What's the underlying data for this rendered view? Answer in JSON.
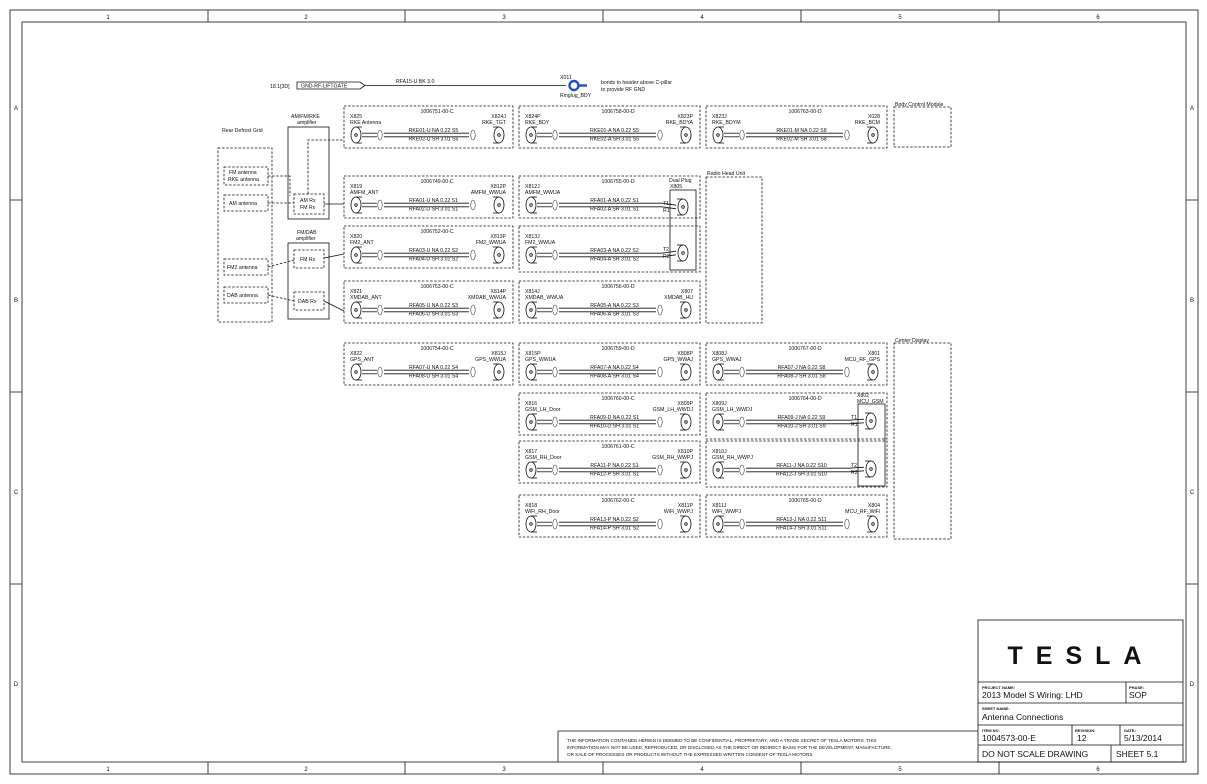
{
  "grid": {
    "cols": [
      "1",
      "2",
      "3",
      "4",
      "5",
      "6"
    ],
    "rows": [
      "A",
      "B",
      "C",
      "D"
    ]
  },
  "ground": {
    "ref": "18.1[3D]",
    "net": "GND-RF-LIFTGATE",
    "wire": "RFA15-U BK 3.0",
    "id": "X011",
    "name": "Ringlug_BDY",
    "note1": "bonds to header above C-pillar",
    "note2": "to provide RF GND"
  },
  "modules": {
    "rear_defrost": "Rear Defrost Grid",
    "amfm_amp_1": "AM/FM/RKE",
    "amfm_amp_2": "amplifier",
    "fmdab_amp_1": "FM/DAB",
    "fmdab_amp_2": "amplifier",
    "body_control": "Body Control Module",
    "radio_head": "Radio Head Unit",
    "center_display": "Center Display",
    "fm_rke_1": "FM antenna",
    "fm_rke_2": "RKE antenna",
    "am_ant": "AM antenna",
    "fm2_ant": "FM2 antenna",
    "dab_ant": "DAB antenna",
    "am_rx": "AM Rx",
    "fm_rx": "FM Rx",
    "fm_rx2": "FM Rx",
    "dab_rx": "DAB Rx",
    "dual_plug_1": "Dual Plug",
    "dual_plug_2": "X805",
    "mcu_gsm_1": "X802",
    "mcu_gsm_2": "MCU_GSM"
  },
  "cables": [
    {
      "pn": "1006751-00-C",
      "lid": "X825",
      "lname": "RKE Antenna",
      "rid": "X824J",
      "rname": "RKE_TGT",
      "w1": "RKE01-U NA 0.22 S5",
      "w2": "RKE02-U SH 3.01 S5"
    },
    {
      "pn": "1006758-00-D",
      "lid": "X824P",
      "lname": "RKE_BDY",
      "rid": "X823P",
      "rname": "RKE_BDYA",
      "w1": "RKE01-A NA 0.22 S5",
      "w2": "RKE02-A SH 3.01 S5"
    },
    {
      "pn": "1006763-00-D",
      "lid": "X823J",
      "lname": "RKE_BDYM",
      "rid": "X028",
      "rname": "RKE_BCM",
      "w1": "RKE01-M NA 0.22 S8",
      "w2": "RKE02-M SH 3.01 S8"
    },
    {
      "pn": "1006749-00-C",
      "lid": "X819",
      "lname": "AMFM_ANT",
      "rid": "X812P",
      "rname": "AMFM_WWUA",
      "w1": "RFA01-U NA 0.22 S1",
      "w2": "RFA02-U SH 3.01 S1"
    },
    {
      "pn": "1006755-00-D",
      "lid": "X812J",
      "lname": "AMFM_WWUA",
      "rid": "",
      "rname": "",
      "w1": "RFA01-A NA 0.22 S1",
      "w2": "RFA02-A SH 3.01 S1",
      "p1": "T1",
      "p2": "R1"
    },
    {
      "pn": "1006752-00-C",
      "lid": "X820",
      "lname": "FM2_ANT",
      "rid": "X813P",
      "rname": "FM2_WWUA",
      "w1": "RFA03-U NA 0.22 S2",
      "w2": "RFA04-U SH 3.01 S2"
    },
    {
      "pn": "",
      "lid": "X813J",
      "lname": "FM2_WWUA",
      "rid": "",
      "rname": "",
      "w1": "RFA03-A NA 0.22 S2",
      "w2": "RFA04-A SH 3.01 S2",
      "p1": "T2",
      "p2": "R2"
    },
    {
      "pn": "1006753-00-C",
      "lid": "X821",
      "lname": "XMDAB_ANT",
      "rid": "X814P",
      "rname": "XMDAB_WWUA",
      "w1": "RFA05-U NA 0.22 S3",
      "w2": "RFA06-U SH 3.01 S3"
    },
    {
      "pn": "1006756-00-D",
      "lid": "X814J",
      "lname": "XMDAB_WWUA",
      "rid": "X807",
      "rname": "XMDAB_HU",
      "w1": "RFA05-A NA 0.22 S3",
      "w2": "RFA06-A SH 3.01 S3"
    },
    {
      "pn": "1006754-00-C",
      "lid": "X822",
      "lname": "GPS_ANT",
      "rid": "X815J",
      "rname": "GPS_WWUA",
      "w1": "RFA07-U NA 0.22 S4",
      "w2": "RFA08-U SH 3.01 S4"
    },
    {
      "pn": "1006759-00-D",
      "lid": "X815P",
      "lname": "GPS_WWUA",
      "rid": "X808P",
      "rname": "GPS_WWAJ",
      "w1": "RFA07-A NA 0.22 S4",
      "w2": "RFA08-A SH 3.01 S4"
    },
    {
      "pn": "1006767-00-D",
      "lid": "X808J",
      "lname": "GPS_WWAJ",
      "rid": "X801",
      "rname": "MCU_RF_GPS",
      "w1": "RFA07-J NA 0.22 S8",
      "w2": "RFA08-J SH 3.01 S8"
    },
    {
      "pn": "1006760-00-C",
      "lid": "X816",
      "lname": "GSM_LH_Door",
      "rid": "X809P",
      "rname": "GSM_LH_WWDJ",
      "w1": "RFA09-D NA 0.22 S1",
      "w2": "RFA10-D SH 3.01 S1"
    },
    {
      "pn": "1006764-00-D",
      "lid": "X809J",
      "lname": "GSM_LH_WWDJ",
      "rid": "",
      "rname": "",
      "w1": "RFA09-J NA 0.22 S9",
      "w2": "RFA10-J SH 3.01 S9",
      "p1": "T1",
      "p2": "R1"
    },
    {
      "pn": "1006761-00-C",
      "lid": "X817",
      "lname": "GSM_RH_Door",
      "rid": "X810P",
      "rname": "GSM_RH_WWPJ",
      "w1": "RFA11-P NA 0.22 S1",
      "w2": "RFA12-P SH 3.01 S1"
    },
    {
      "pn": "",
      "lid": "X810J",
      "lname": "GSM_RH_WWPJ",
      "rid": "",
      "rname": "",
      "w1": "RFA11-J NA 0.22 S10",
      "w2": "RFA12-J SH 3.01 S10",
      "p1": "T2",
      "p2": "R2"
    },
    {
      "pn": "1006762-00-C",
      "lid": "X818",
      "lname": "WiFi_RH_Door",
      "rid": "X811P",
      "rname": "WiFi_WWPJ",
      "w1": "RFA13-P NA 0.22 S2",
      "w2": "RFA14-P SH 3.01 S2"
    },
    {
      "pn": "1006765-00-D",
      "lid": "X811J",
      "lname": "WiFi_WWPJ",
      "rid": "X804",
      "rname": "MCU_RF_WiFi",
      "w1": "RFA13-J NA 0.22 S11",
      "w2": "RFA14-J SH 3.01 S11"
    }
  ],
  "titleblock": {
    "logo": "TESLA",
    "project_label": "PROJECT NAME:",
    "project": "2013 Model S Wiring: LHD",
    "phase_label": "PHASE:",
    "phase": "SOP",
    "sheetname_label": "SHEET NAME:",
    "sheetname": "Antenna Connections",
    "item_label": "ITEM NO.",
    "item": "1004573-00-E",
    "rev_label": "REVISION:",
    "rev": "12",
    "date_label": "DATE:",
    "date": "5/13/2014",
    "noscale": "DO NOT SCALE DRAWING",
    "sheet": "SHEET 5.1",
    "disclaimer1": "THE INFORMATION CONTAINED HEREIN IS DEEMED TO BE CONFIDENTIAL, PROPRIETARY, AND A TRADE SECRET OF TESLA MOTORS. THIS",
    "disclaimer2": "INFORMATION MAY NOT BE USED, REPRODUCED, OR DISCLOSED AS THE DIRECT OR INDIRECT BASIS FOR THE DEVELOPMENT, MANUFACTURE,",
    "disclaimer3": "OR SALE OF PROCESSES OR PRODUCTS WITHOUT THE EXPRESSED WRITTEN CONSENT OF TESLA MOTORS."
  }
}
